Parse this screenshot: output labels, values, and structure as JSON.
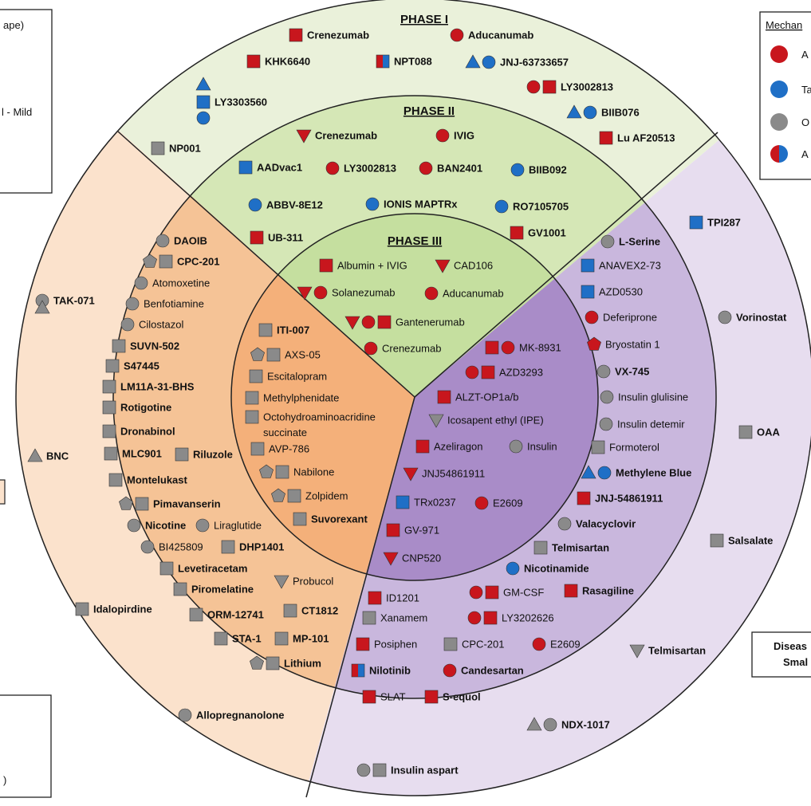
{
  "palette": {
    "red": "#c8161d",
    "blue": "#1f6fc6",
    "gray": "#8a8a8a",
    "outer_peach": "#fbe2cc",
    "mid_orange": "#f5c396",
    "inner_orange": "#f4b07a",
    "outer_green": "#eaf1da",
    "mid_green": "#d5e7b6",
    "inner_green": "#c5df9f",
    "outer_lavender": "#e7ddef",
    "mid_lavender": "#c9b7dd",
    "inner_lavender": "#a98cc8"
  },
  "phases": {
    "phase1": "PHASE I",
    "phase2": "PHASE II",
    "phase3": "PHASE III"
  },
  "legend_top_left": {
    "line1": "ape)",
    "line2": "l - Mild"
  },
  "legend_top_right": {
    "title": "Mechan",
    "rows": [
      {
        "shape": "circle",
        "color": "red",
        "letter": "A"
      },
      {
        "shape": "circle",
        "color": "blue",
        "letter": "Ta"
      },
      {
        "shape": "circle",
        "color": "gray",
        "letter": "O"
      },
      {
        "shape": "circle",
        "color": "half",
        "letter": "A"
      }
    ]
  },
  "box_right": {
    "line1": "Diseas",
    "line2": "Smal"
  },
  "box_bottom_left": {
    "line1": ")"
  },
  "drugs": {
    "p1_crenezumab": "Crenezumab",
    "p1_aducanumab": "Aducanumab",
    "p1_khk6640": "KHK6640",
    "p1_npt088": "NPT088",
    "p1_jnj63733657": "JNJ-63733657",
    "p1_ly3002813": "LY3002813",
    "p1_ly3303560": "LY3303560",
    "p1_biib076": "BIIB076",
    "p1_luaf20513": "Lu AF20513",
    "p1_np001": "NP001",
    "p2_crenezumab": "Crenezumab",
    "p2_ivig": "IVIG",
    "p2_aadvac1": "AADvac1",
    "p2_ly3002813": "LY3002813",
    "p2_ban2401": "BAN2401",
    "p2_biib092": "BIIB092",
    "p2_abbv8e12": "ABBV-8E12",
    "p2_ionis": "IONIS MAPTRx",
    "p2_ro7105705": "RO7105705",
    "p2_ub311": "UB-311",
    "p2_gv1001": "GV1001",
    "p3_albumin": "Albumin + IVIG",
    "p3_cad106": "CAD106",
    "p3_solanezumab": "Solanezumab",
    "p3_aducanumab": "Aducanumab",
    "p3_gantenerumab": "Gantenerumab",
    "p3_crenezumab": "Crenezumab",
    "lo_daoib": "DAOIB",
    "lo_cpc201": "CPC-201",
    "lo_atomoxetine": "Atomoxetine",
    "lo_benfotiamine": "Benfotiamine",
    "lo_cilostazol": "Cilostazol",
    "lo_suvn502": "SUVN-502",
    "lo_s47445": "S47445",
    "lo_lm11a": "LM11A-31-BHS",
    "lo_rotigotine": "Rotigotine",
    "lo_dronabinol": "Dronabinol",
    "lo_mlc901": "MLC901",
    "lo_riluzole": "Riluzole",
    "lo_montelukast": "Montelukast",
    "lo_pimavanserin": "Pimavanserin",
    "lo_nicotine": "Nicotine",
    "lo_liraglutide": "Liraglutide",
    "lo_bi425809": "BI425809",
    "lo_dhp1401": "DHP1401",
    "lo_levetiracetam": "Levetiracetam",
    "lo_piromelatine": "Piromelatine",
    "lo_probucol": "Probucol",
    "lo_orm12741": "ORM-12741",
    "lo_ct1812": "CT1812",
    "lo_sta1": "STA-1",
    "lo_mp101": "MP-101",
    "lo_lithium": "Lithium",
    "li_iti007": "ITI-007",
    "li_axs05": "AXS-05",
    "li_escitalopram": "Escitalopram",
    "li_methylphenidate": "Methylphenidate",
    "li_octo1": "Octohydroaminoacridine",
    "li_octo2": "succinate",
    "li_avp786": "AVP-786",
    "li_nabilone": "Nabilone",
    "li_zolpidem": "Zolpidem",
    "li_suvorexant": "Suvorexant",
    "oo_tak071": "TAK-071",
    "oo_bnc": "BNC",
    "oo_idalopirdine": "Idalopirdine",
    "oo_allopregnanolone": "Allopregnanolone",
    "vi_mk8931": "MK-8931",
    "vi_azd3293": "AZD3293",
    "vi_alzt": "ALZT-OP1a/b",
    "vi_icosapent": "Icosapent ethyl (IPE)",
    "vi_azeliragon": "Azeliragon",
    "vi_insulin": "Insulin",
    "vi_jnj54861911": "JNJ54861911",
    "vi_trx0237": "TRx0237",
    "vi_e2609": "E2609",
    "vi_gv971": "GV-971",
    "vi_cnp520": "CNP520",
    "vm_lserine": "L-Serine",
    "vm_anavex": "ANAVEX2-73",
    "vm_azd0530": "AZD0530",
    "vm_deferiprone": "Deferiprone",
    "vm_bryostatin": "Bryostatin 1",
    "vm_vx745": "VX-745",
    "vm_glulisine": "Insulin glulisine",
    "vm_detemir": "Insulin detemir",
    "vm_formoterol": "Formoterol",
    "vm_methyleneblue": "Methylene Blue",
    "vm_jnj54861911": "JNJ-54861911",
    "vm_valacyclovir": "Valacyclovir",
    "vm_telmisartan": "Telmisartan",
    "vm_nicotinamide": "Nicotinamide",
    "vm_rasagiline": "Rasagiline",
    "vm_id1201": "ID1201",
    "vm_gmcsf": "GM-CSF",
    "vm_xanamem": "Xanamem",
    "vm_ly3202626": "LY3202626",
    "vm_posiphen": "Posiphen",
    "vm_cpc201": "CPC-201",
    "vm_e2609": "E2609",
    "vm_nilotinib": "Nilotinib",
    "vm_candesartan": "Candesartan",
    "vm_slat": "SLAT",
    "vm_sequol": "S-equol",
    "vo_tpi287": "TPI287",
    "vo_vorinostat": "Vorinostat",
    "vo_oaa": "OAA",
    "vo_salsalate": "Salsalate",
    "vo_telmisartan": "Telmisartan",
    "vo_ndx1017": "NDX-1017",
    "vo_insulinaspart": "Insulin aspart"
  }
}
